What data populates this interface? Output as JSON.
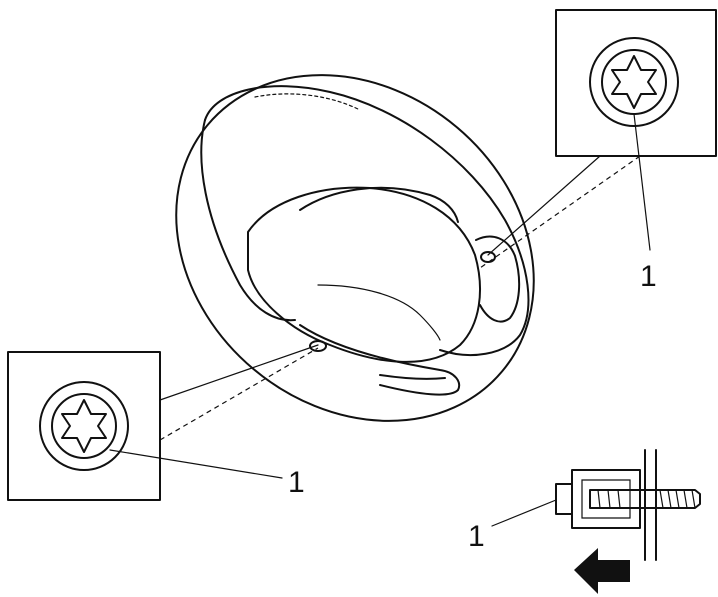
{
  "callouts": {
    "top_right_label": "1",
    "left_label": "1",
    "bottom_label": "1"
  },
  "icons": {
    "torx_bolt": "torx-star-bolt-icon",
    "direction_arrow": "arrow-left-icon"
  },
  "colors": {
    "line": "#111111",
    "background": "#ffffff"
  }
}
